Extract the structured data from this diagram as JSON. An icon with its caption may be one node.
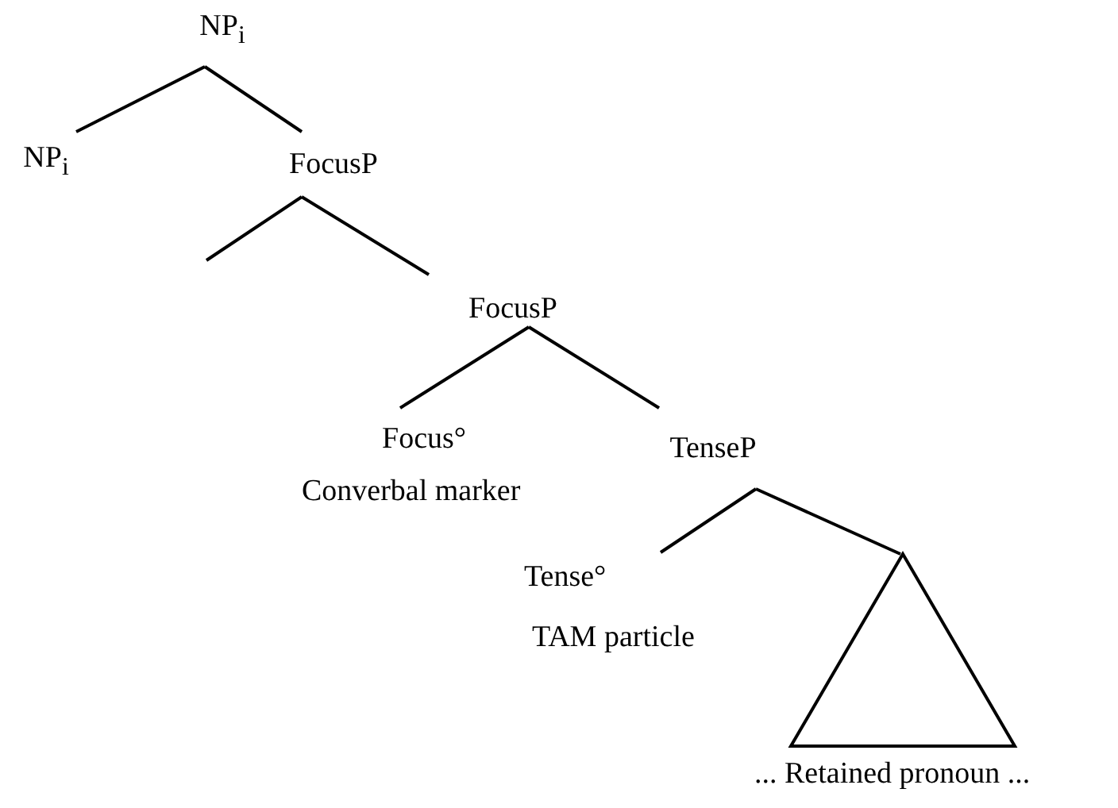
{
  "diagram": {
    "nodes": [
      {
        "text": [
          "NP$_{i}$"
        ]
      },
      {
        "text": [
          "NP$_{i}$"
        ]
      },
      {
        "text": [
          "FocusP"
        ]
      },
      {
        "text": [
          "FocusP"
        ]
      },
      {
        "text": [
          "Focus°"
        ],
        "beside": [
          "Converbal marker"
        ]
      },
      {
        "text": [
          "TenseP"
        ]
      },
      {
        "text": [
          "Tense°"
        ],
        "beside": [
          "TAM particle"
        ]
      },
      {
        "text": [],
        "shape": "triangle",
        "beside": [
          "... Retained pronoun ..."
        ]
      }
    ],
    "edges": [
      {
        "from": 0,
        "to": 1,
        "arrow": "none"
      },
      {
        "from": 0,
        "to": 2,
        "arrow": "none"
      },
      {
        "from": 2,
        "to": null,
        "arrow": "none"
      },
      {
        "from": 2,
        "to": 3,
        "arrow": "none"
      },
      {
        "from": 3,
        "to": 4,
        "arrow": "none"
      },
      {
        "from": 3,
        "to": 5,
        "arrow": "none"
      },
      {
        "from": 5,
        "to": 6,
        "arrow": "none"
      },
      {
        "from": 5,
        "to": 7,
        "arrow": "none"
      }
    ]
  }
}
